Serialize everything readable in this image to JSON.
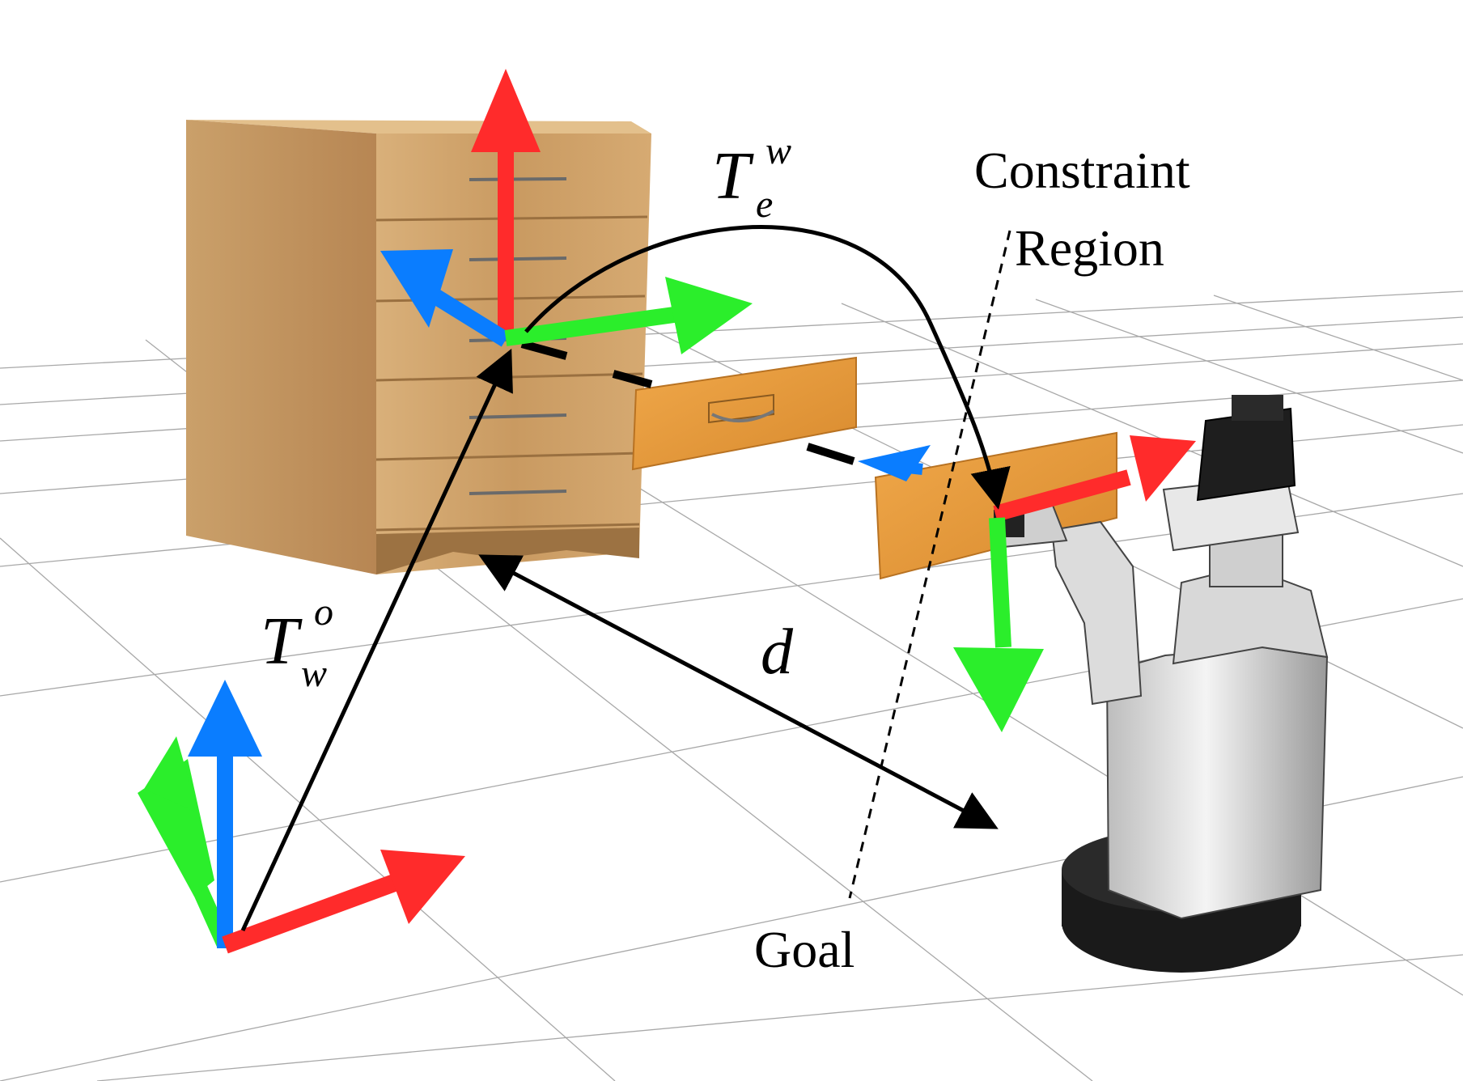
{
  "colors": {
    "x_axis": "#ff2b2b",
    "y_axis": "#2bee2b",
    "z_axis": "#0a7dff",
    "arrow": "#000000",
    "grid": "#9a9a9a",
    "wood_light": "#d2a870",
    "wood_mid": "#c08f58",
    "drawer": "#e79a3a",
    "robot_light": "#e8e8e8",
    "robot_dark": "#1a1a1a"
  },
  "labels": {
    "constraint_line1": "Constraint",
    "constraint_line2": "Region",
    "goal": "Goal",
    "T_e_w_main": "T",
    "T_e_w_sup": "w",
    "T_e_w_sub": "e",
    "T_w_o_main": "T",
    "T_w_o_sup": "o",
    "T_w_o_sub": "w",
    "distance": "d"
  },
  "icons": {
    "world_frame": "coordinate-frame-icon",
    "object_frame": "coordinate-frame-icon",
    "goal_frame": "coordinate-frame-icon",
    "dresser": "dresser-icon",
    "robot": "robot-icon"
  }
}
